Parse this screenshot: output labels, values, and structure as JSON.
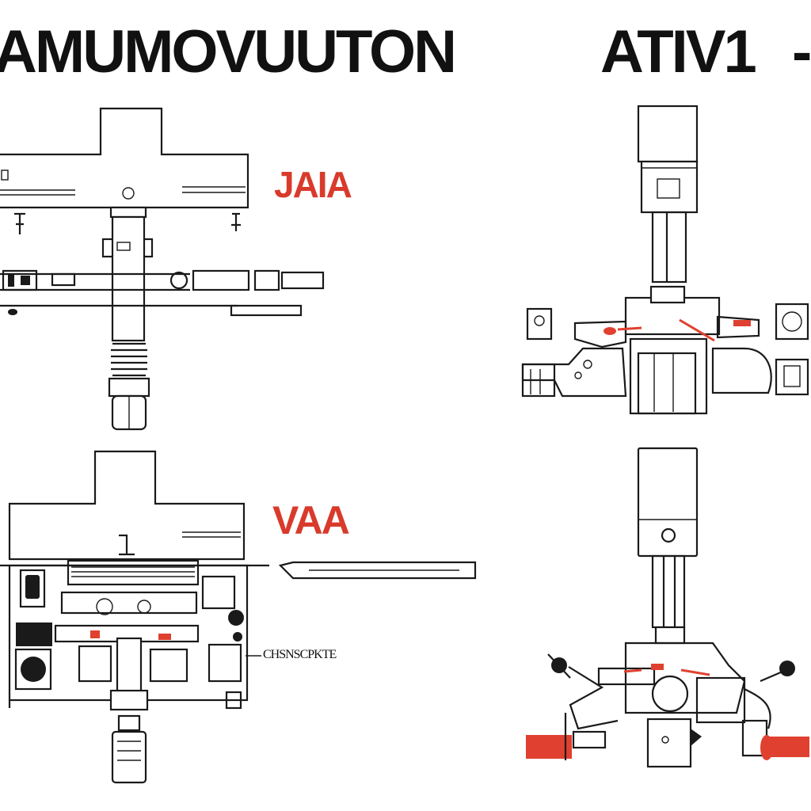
{
  "title": {
    "left": "AMUMOVUUTON",
    "right": "ATIV1",
    "end_mark": "-"
  },
  "labels": {
    "top_left_red": "JAIA",
    "bottom_left_red": "VAA",
    "bottom_callout": "CHSNSCPKTE"
  },
  "colors": {
    "ink": "#1a1a1a",
    "accent_red": "#e0402f",
    "background": "#ffffff"
  }
}
